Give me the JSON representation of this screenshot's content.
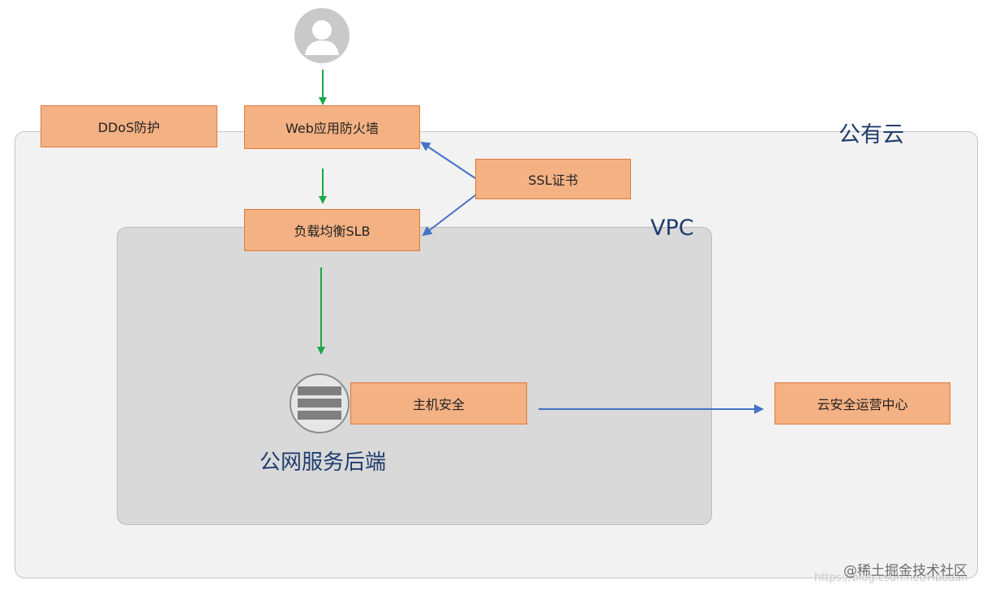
{
  "regions": {
    "public_cloud": "公有云",
    "vpc": "VPC",
    "backend": "公网服务后端"
  },
  "boxes": {
    "ddos": "DDoS防护",
    "waf": "Web应用防火墙",
    "ssl": "SSL证书",
    "slb": "负载均衡SLB",
    "host_security": "主机安全",
    "soc": "云安全运营中心"
  },
  "icons": {
    "user": "user-avatar-icon",
    "server": "server-icon"
  },
  "colors": {
    "box_fill": "#f4b183",
    "box_border": "#e07a3a",
    "green_arrow": "#1aa84a",
    "blue_arrow": "#4472c4",
    "label_text": "#1f3c6e"
  },
  "watermark": {
    "text": "@稀土掘金技术社区",
    "url": "https://blog.csdn.net/Hbodan"
  }
}
